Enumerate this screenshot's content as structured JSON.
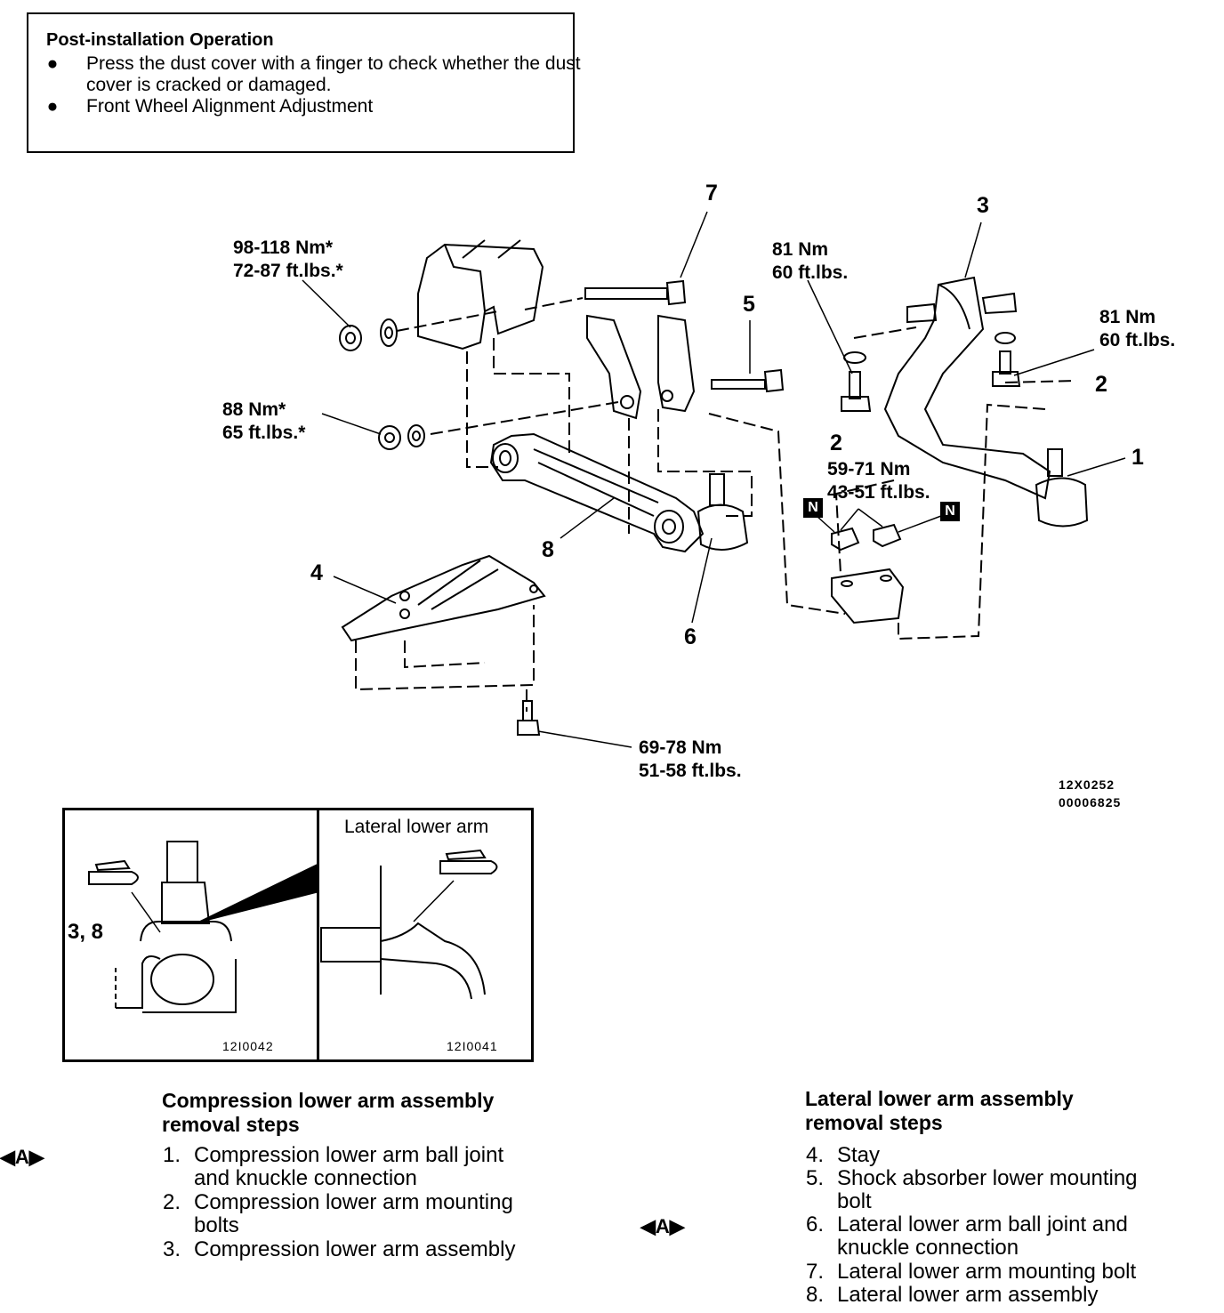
{
  "notice": {
    "title": "Post-installation Operation",
    "items": [
      "Press the dust cover with a finger to check whether the dust cover is cracked or damaged.",
      "Front Wheel Alignment Adjustment"
    ]
  },
  "diagram": {
    "torques": {
      "nut_top_left": [
        "98-118 Nm*",
        "72-87 ft.lbs.*"
      ],
      "nut_mid_left": [
        "88 Nm*",
        "65 ft.lbs.*"
      ],
      "bolt_2_left": [
        "81 Nm",
        "60 ft.lbs."
      ],
      "bolt_2_right": [
        "81 Nm",
        "60 ft.lbs."
      ],
      "nuts_n": [
        "59-71 Nm",
        "43-51 ft.lbs."
      ],
      "stay_bolt": [
        "69-78 Nm",
        "51-58 ft.lbs."
      ]
    },
    "callouts": [
      "1",
      "2",
      "2",
      "3",
      "4",
      "5",
      "6",
      "7",
      "8"
    ],
    "nut_marker": "N",
    "figure_codes": [
      "12X0252",
      "00006825"
    ]
  },
  "inset": {
    "left_label": "3, 8",
    "left_code": "12I0042",
    "right_title": "Lateral lower arm",
    "right_code": "12I0041"
  },
  "steps_left": {
    "title": [
      "Compression lower arm assembly",
      "removal steps"
    ],
    "marker": "◀A▶",
    "items": [
      {
        "n": "1.",
        "lines": [
          "Compression lower arm ball joint",
          "and knuckle connection"
        ]
      },
      {
        "n": "2.",
        "lines": [
          "Compression lower arm mounting",
          "bolts"
        ]
      },
      {
        "n": "3.",
        "lines": [
          "Compression lower arm assembly"
        ]
      }
    ]
  },
  "steps_right": {
    "title": [
      "Lateral lower arm assembly",
      "removal steps"
    ],
    "marker": "◀A▶",
    "items": [
      {
        "n": "4.",
        "lines": [
          "Stay"
        ]
      },
      {
        "n": "5.",
        "lines": [
          "Shock absorber lower mounting",
          "bolt"
        ]
      },
      {
        "n": "6.",
        "lines": [
          "Lateral lower arm ball joint and",
          "knuckle connection"
        ]
      },
      {
        "n": "7.",
        "lines": [
          "Lateral lower arm mounting bolt"
        ]
      },
      {
        "n": "8.",
        "lines": [
          "Lateral lower arm assembly"
        ]
      }
    ]
  }
}
